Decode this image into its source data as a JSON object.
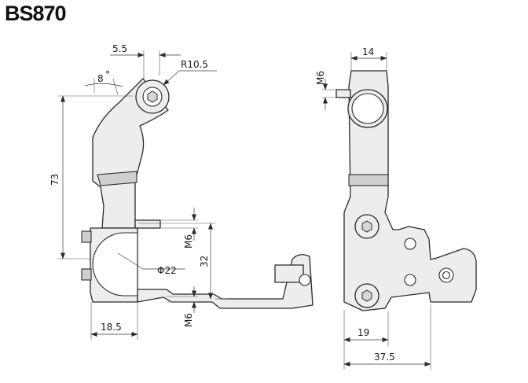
{
  "title": "BS870",
  "dimensions": {
    "d_5_5": "5.5",
    "d_r10_5": "R10.5",
    "d_8": "8",
    "degree": "°",
    "d_73": "73",
    "d_m6_side_top": "M6",
    "d_32": "32",
    "d_phi22": "Φ22",
    "d_m6_side_bottom": "M6",
    "d_18_5": "18.5",
    "d_14": "14",
    "d_m6_front": "M6",
    "d_19": "19",
    "d_37_5": "37.5"
  }
}
